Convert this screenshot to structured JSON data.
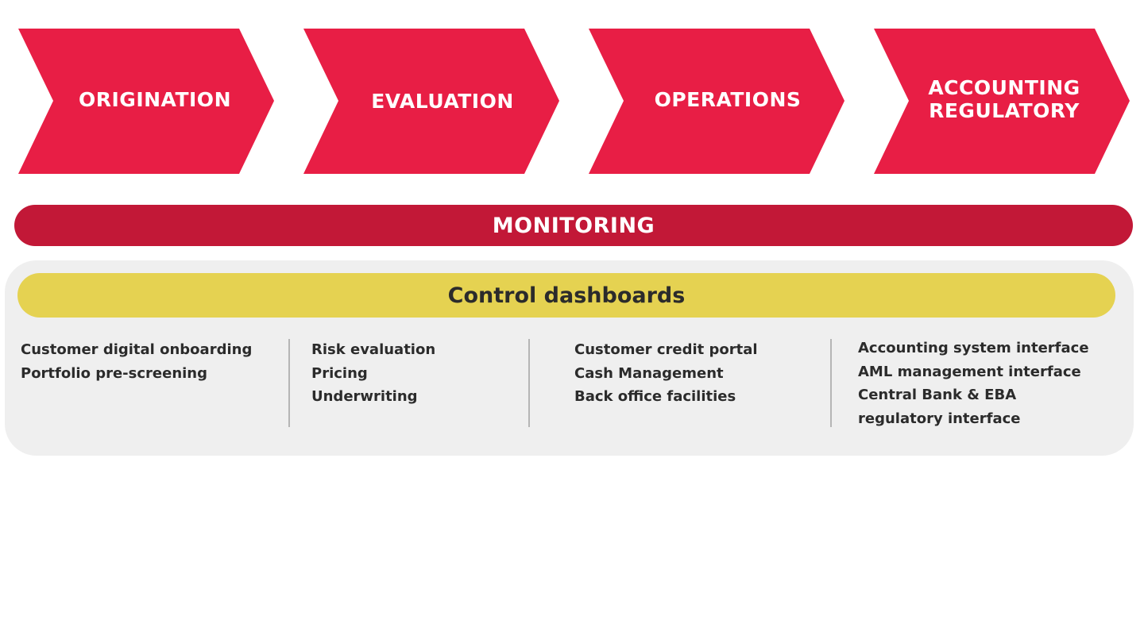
{
  "colors": {
    "chevron_red": "#E81E45",
    "monitoring_red": "#C21837",
    "panel_gray": "#EFEFEF",
    "dashboard_yellow": "#E5D251",
    "dark_text": "#2B2B2B",
    "divider_gray": "#B5B5B5"
  },
  "stages": [
    {
      "label": "ORIGINATION"
    },
    {
      "label": "EVALUATION"
    },
    {
      "label": "OPERATIONS"
    },
    {
      "label": "ACCOUNTING\nREGULATORY"
    }
  ],
  "monitoring": {
    "label": "MONITORING"
  },
  "control": {
    "label": "Control dashboards"
  },
  "columns": [
    {
      "items": [
        "Customer digital onboarding",
        "Portfolio pre-screening"
      ]
    },
    {
      "items": [
        "Risk evaluation",
        "Pricing",
        "Underwriting"
      ]
    },
    {
      "items": [
        "Customer credit portal",
        "Cash Management",
        "Back office facilities"
      ]
    },
    {
      "items": [
        "Accounting system interface",
        "AML management interface",
        "Central Bank & EBA",
        "regulatory interface"
      ]
    }
  ]
}
